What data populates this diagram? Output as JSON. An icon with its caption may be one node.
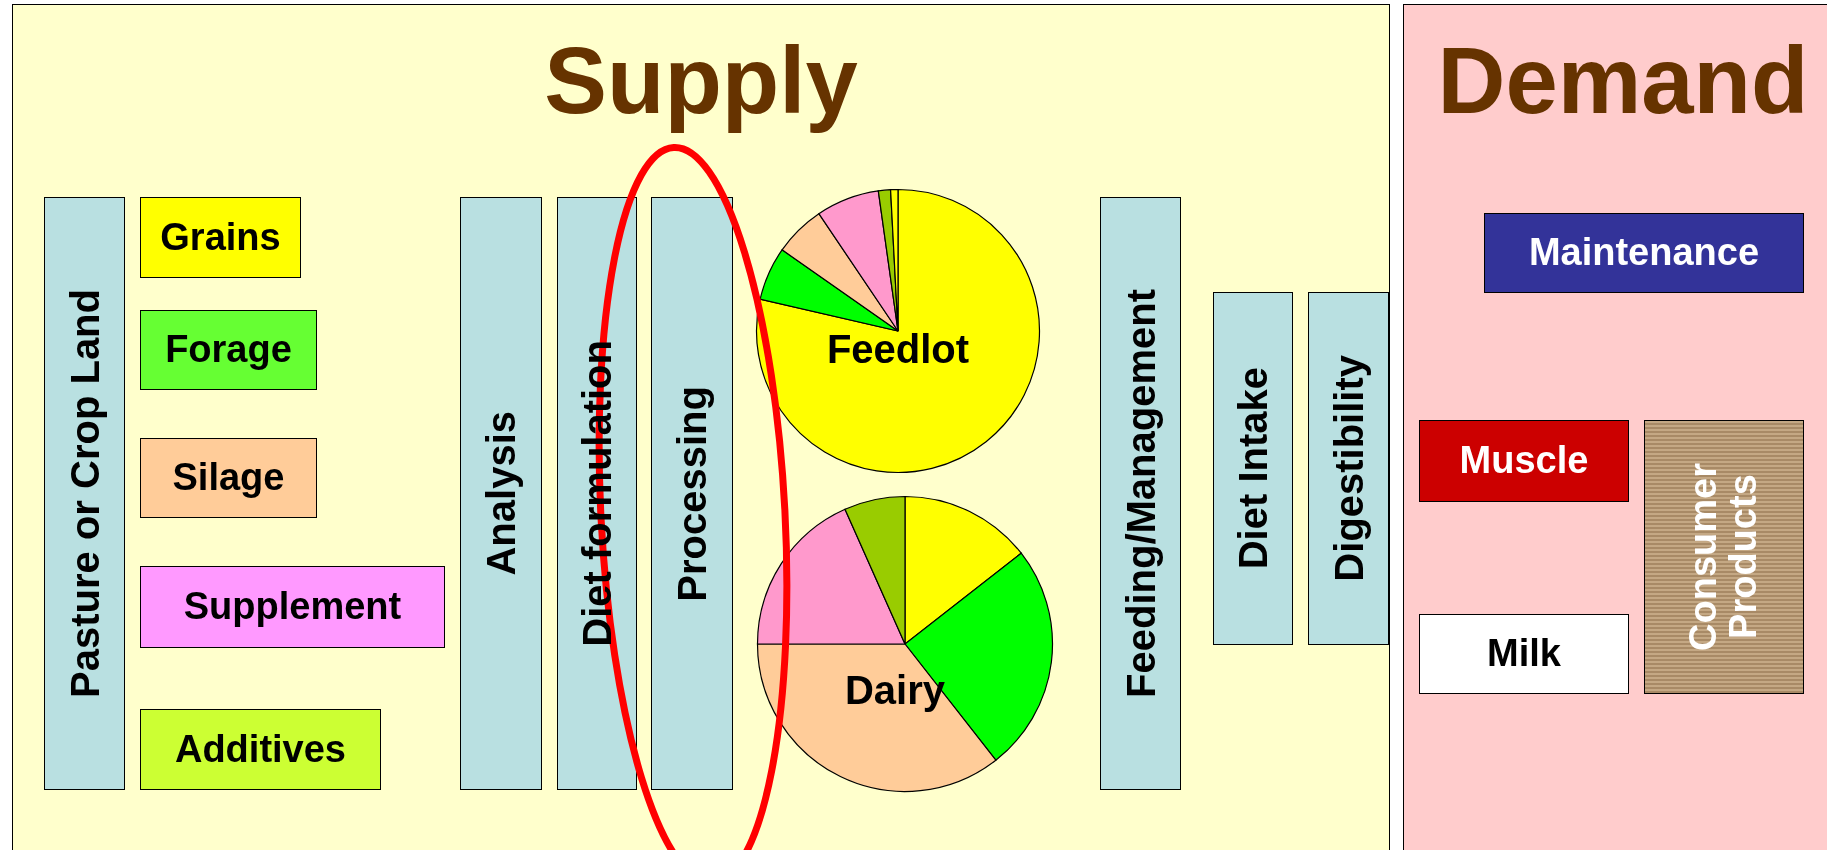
{
  "diagram": {
    "nodes": [
      {
        "text": [
          "Supply"
        ]
      },
      {
        "text": [
          "Pasture or Crop Land"
        ],
        "in": 0
      },
      {
        "text": [
          "Grains"
        ],
        "in": 0
      },
      {
        "text": [
          "Forage"
        ],
        "in": 0
      },
      {
        "text": [
          "Silage"
        ],
        "in": 0
      },
      {
        "text": [
          "Supplement"
        ],
        "in": 0
      },
      {
        "text": [
          "Additives"
        ],
        "in": 0
      },
      {
        "text": [
          "Analysis"
        ],
        "in": 0
      },
      {
        "text": [
          "Diet formulation"
        ],
        "in": 0
      },
      {
        "text": [
          "Processing"
        ],
        "in": 0
      },
      {
        "text": [
          "Feedlot"
        ],
        "in": 0
      },
      {
        "text": [
          "Dairy"
        ],
        "in": 0
      },
      {
        "text": [
          "Feeding/Management"
        ],
        "in": 0
      },
      {
        "text": [
          "Diet Intake"
        ],
        "in": 0
      },
      {
        "text": [
          "Digestibility"
        ],
        "in": 0
      },
      {
        "text": [
          "Demand"
        ]
      },
      {
        "text": [
          "Maintenance"
        ],
        "in": 15
      },
      {
        "text": [
          "Muscle"
        ],
        "in": 15
      },
      {
        "text": [
          "Milk"
        ],
        "in": 15
      },
      {
        "text": [
          "Consumer Products"
        ],
        "in": 15
      }
    ],
    "edges": []
  }
}
